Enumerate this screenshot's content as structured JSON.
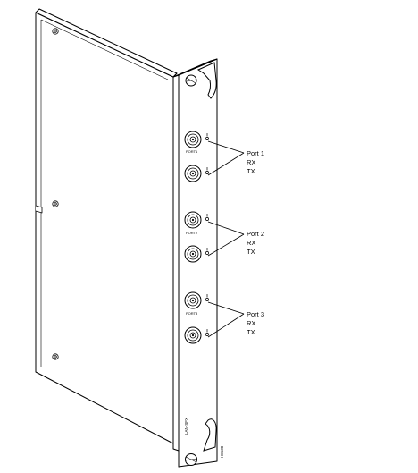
{
  "ports": [
    {
      "label": "Port 1",
      "rx": "RX",
      "tx": "TX",
      "panel_label": "PORT1"
    },
    {
      "label": "Port 2",
      "rx": "RX",
      "tx": "TX",
      "panel_label": "PORT2"
    },
    {
      "label": "Port 3",
      "rx": "RX",
      "tx": "TX",
      "panel_label": "PORT3"
    }
  ],
  "panel": {
    "model_text": "LAN-SFX",
    "figure_id": "H8530"
  }
}
